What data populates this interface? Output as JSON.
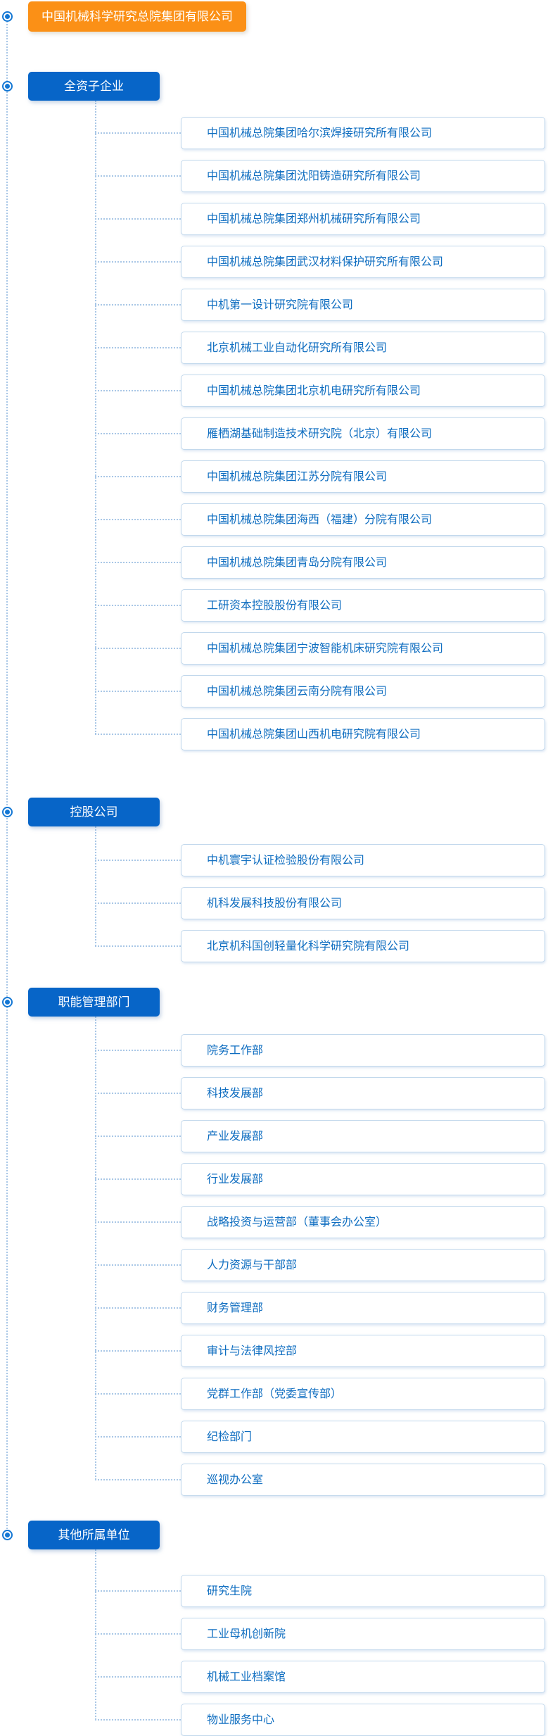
{
  "root": {
    "label": "中国机械科学研究总院集团有限公司"
  },
  "sections": [
    {
      "label": "全资子企业",
      "items": [
        "中国机械总院集团哈尔滨焊接研究所有限公司",
        "中国机械总院集团沈阳铸造研究所有限公司",
        "中国机械总院集团郑州机械研究所有限公司",
        "中国机械总院集团武汉材料保护研究所有限公司",
        "中机第一设计研究院有限公司",
        "北京机械工业自动化研究所有限公司",
        "中国机械总院集团北京机电研究所有限公司",
        "雁栖湖基础制造技术研究院（北京）有限公司",
        "中国机械总院集团江苏分院有限公司",
        "中国机械总院集团海西（福建）分院有限公司",
        "中国机械总院集团青岛分院有限公司",
        "工研资本控股股份有限公司",
        "中国机械总院集团宁波智能机床研究院有限公司",
        "中国机械总院集团云南分院有限公司",
        "中国机械总院集团山西机电研究院有限公司"
      ]
    },
    {
      "label": "控股公司",
      "items": [
        "中机寰宇认证检验股份有限公司",
        "机科发展科技股份有限公司",
        "北京机科国创轻量化科学研究院有限公司"
      ]
    },
    {
      "label": "职能管理部门",
      "items": [
        "院务工作部",
        "科技发展部",
        "产业发展部",
        "行业发展部",
        "战略投资与运营部（董事会办公室）",
        "人力资源与干部部",
        "财务管理部",
        "审计与法律风控部",
        "党群工作部（党委宣传部）",
        "纪检部门",
        "巡视办公室"
      ]
    },
    {
      "label": "其他所属单位",
      "items": [
        "研究生院",
        "工业母机创新院",
        "机械工业档案馆",
        "物业服务中心"
      ]
    }
  ],
  "icons": {
    "bullet": "bullseye-node-icon"
  },
  "colors": {
    "root_bg": "#FB9016",
    "section_bg": "#0765C8",
    "item_text": "#0E6DC0",
    "item_border": "#C2D8EC",
    "connector": "#A9C7E6",
    "bullet": "#1377D4"
  }
}
